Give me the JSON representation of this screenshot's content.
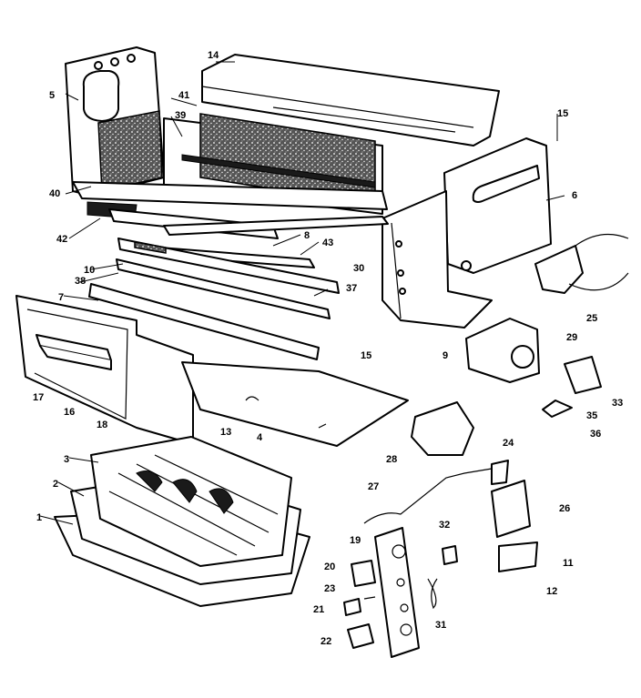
{
  "callouts": [
    {
      "id": "c1",
      "label": "1"
    },
    {
      "id": "c2",
      "label": "2"
    },
    {
      "id": "c3",
      "label": "3"
    },
    {
      "id": "c4",
      "label": "4"
    },
    {
      "id": "c5",
      "label": "5"
    },
    {
      "id": "c6",
      "label": "6"
    },
    {
      "id": "c7",
      "label": "7"
    },
    {
      "id": "c8",
      "label": "8"
    },
    {
      "id": "c9",
      "label": "9"
    },
    {
      "id": "c10",
      "label": "10"
    },
    {
      "id": "c11",
      "label": "11"
    },
    {
      "id": "c12",
      "label": "12"
    },
    {
      "id": "c13",
      "label": "13"
    },
    {
      "id": "c14",
      "label": "14"
    },
    {
      "id": "c15a",
      "label": "15"
    },
    {
      "id": "c15b",
      "label": "15"
    },
    {
      "id": "c16",
      "label": "16"
    },
    {
      "id": "c17",
      "label": "17"
    },
    {
      "id": "c18",
      "label": "18"
    },
    {
      "id": "c19",
      "label": "19"
    },
    {
      "id": "c20",
      "label": "20"
    },
    {
      "id": "c21",
      "label": "21"
    },
    {
      "id": "c22",
      "label": "22"
    },
    {
      "id": "c23",
      "label": "23"
    },
    {
      "id": "c24",
      "label": "24"
    },
    {
      "id": "c25",
      "label": "25"
    },
    {
      "id": "c26",
      "label": "26"
    },
    {
      "id": "c27",
      "label": "27"
    },
    {
      "id": "c28",
      "label": "28"
    },
    {
      "id": "c29",
      "label": "29"
    },
    {
      "id": "c30",
      "label": "30"
    },
    {
      "id": "c31",
      "label": "31"
    },
    {
      "id": "c32",
      "label": "32"
    },
    {
      "id": "c33",
      "label": "33"
    },
    {
      "id": "c35",
      "label": "35"
    },
    {
      "id": "c36",
      "label": "36"
    },
    {
      "id": "c37",
      "label": "37"
    },
    {
      "id": "c38",
      "label": "38"
    },
    {
      "id": "c39",
      "label": "39"
    },
    {
      "id": "c40",
      "label": "40"
    },
    {
      "id": "c41",
      "label": "41"
    },
    {
      "id": "c42",
      "label": "42"
    },
    {
      "id": "c43",
      "label": "43"
    }
  ]
}
